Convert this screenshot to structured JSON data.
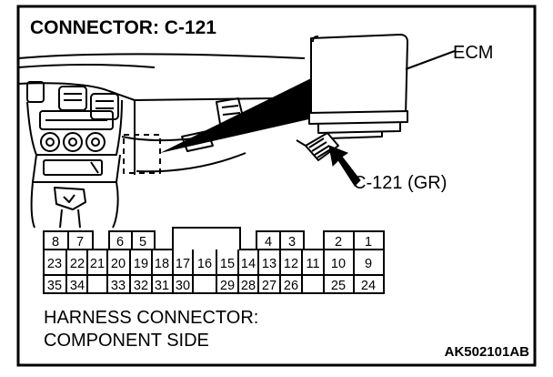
{
  "title": "CONNECTOR: C-121",
  "ecm_label": "ECM",
  "connector_label": "C-121 (GR)",
  "caption_line1": "HARNESS CONNECTOR:",
  "caption_line2": "COMPONENT SIDE",
  "figure_code": "AK502101AB",
  "pins": {
    "top_left": [
      "8",
      "7"
    ],
    "top_mid_left": [
      "6",
      "5"
    ],
    "top_mid_right": [
      "4",
      "3"
    ],
    "top_right": [
      "2",
      "1"
    ],
    "middle_row": [
      "23",
      "22",
      "21",
      "20",
      "19",
      "18",
      "17",
      "16",
      "15",
      "14",
      "13",
      "12",
      "11",
      "10",
      "9"
    ],
    "bottom_left": [
      "35",
      "34"
    ],
    "bottom_mid": [
      "33",
      "32",
      "31",
      "30"
    ],
    "bottom_mid_right": [
      "29",
      "28",
      "27",
      "26"
    ],
    "bottom_right": [
      "25",
      "24"
    ]
  }
}
